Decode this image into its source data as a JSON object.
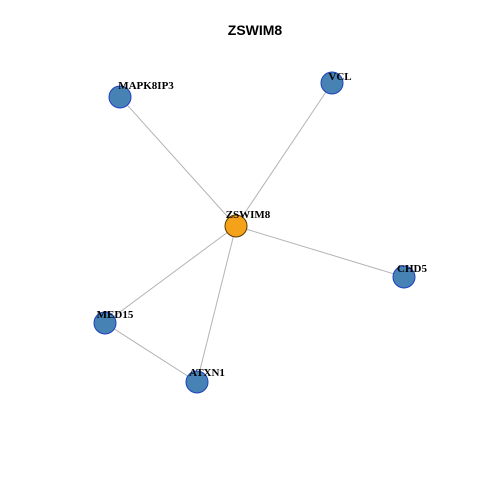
{
  "title": "ZSWIM8",
  "colors": {
    "hub_fill": "#F5A21B",
    "node_fill": "#4682B4",
    "edge": "#B4B4B4"
  },
  "nodes": [
    {
      "id": "ZSWIM8",
      "role": "hub"
    },
    {
      "id": "MAPK8IP3",
      "role": "neighbor"
    },
    {
      "id": "VCL",
      "role": "neighbor"
    },
    {
      "id": "CHD5",
      "role": "neighbor"
    },
    {
      "id": "MED15",
      "role": "neighbor"
    },
    {
      "id": "ATXN1",
      "role": "neighbor"
    }
  ],
  "edges": [
    [
      "ZSWIM8",
      "MAPK8IP3"
    ],
    [
      "ZSWIM8",
      "VCL"
    ],
    [
      "ZSWIM8",
      "CHD5"
    ],
    [
      "ZSWIM8",
      "MED15"
    ],
    [
      "ZSWIM8",
      "ATXN1"
    ],
    [
      "MED15",
      "ATXN1"
    ]
  ]
}
